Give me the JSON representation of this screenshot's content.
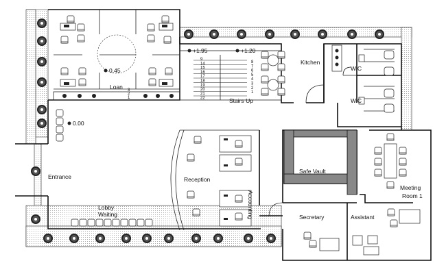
{
  "rooms": {
    "loan": "Loan",
    "kitchen": "Kitchen",
    "wc_upper": "W.C",
    "wc_lower": "W.C",
    "stairs": "Stairs Up",
    "entrance": "Entrance",
    "reception": "Reception",
    "safe_vault": "Safe Vault",
    "meeting_line1": "Meeting",
    "meeting_line2": "Room 1",
    "lobby_line1": "Lobby",
    "lobby_line2": "Waiting",
    "accounting": "Accounting",
    "secretary": "Secretary",
    "assistant": "Assistant"
  },
  "levels": {
    "top_left": "+1.95",
    "top_right": "+1.20",
    "loan_area": "0.45",
    "lobby_area": "0.00"
  },
  "stair_numbers": {
    "left": [
      "9",
      "14",
      "15",
      "16",
      "17",
      "18",
      "19",
      "20",
      "21",
      "22"
    ],
    "right": [
      "8",
      "7",
      "6",
      "5",
      "4",
      "3",
      "2",
      "1"
    ],
    "mid": [
      "3",
      "2",
      "1"
    ]
  },
  "colors": {
    "ink": "#111111",
    "paper": "#ffffff",
    "hatch": "#bdbdbd"
  }
}
